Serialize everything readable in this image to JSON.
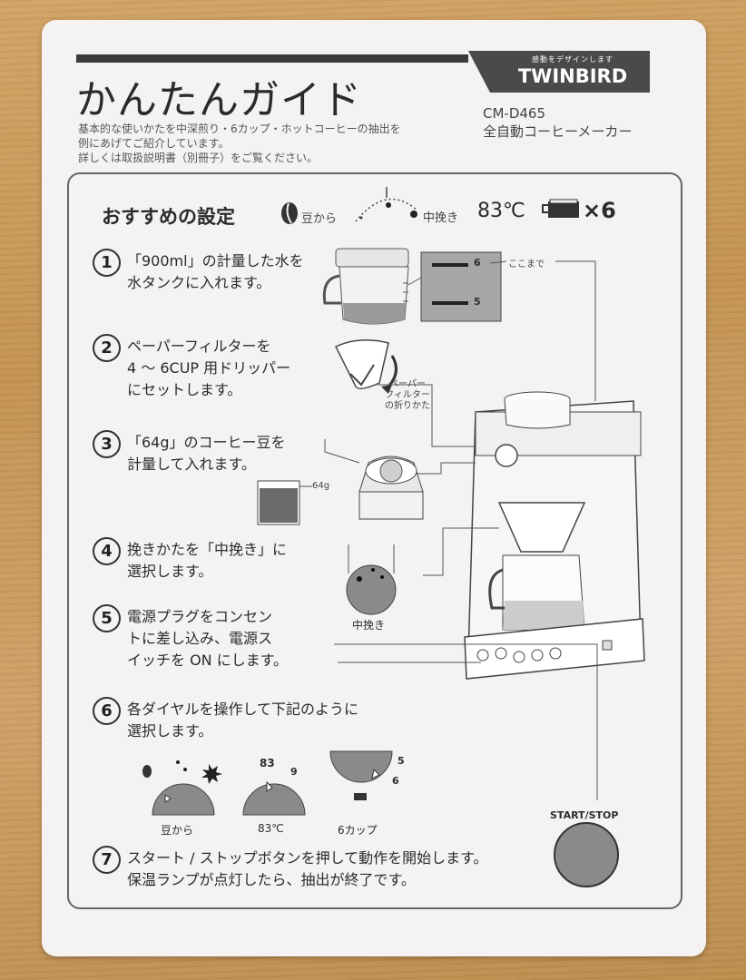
{
  "header": {
    "title": "かんたんガイド",
    "brand_tagline": "感動をデザインします",
    "brand_name": "TWINBIRD",
    "model": "CM-D465",
    "product_type": "全自動コーヒーメーカー",
    "intro": [
      "基本的な使いかたを中深煎り・6カップ・ホットコーヒーの抽出を",
      "例にあげてご紹介しています。",
      "詳しくは取扱説明書（別冊子）をご覧ください。"
    ]
  },
  "recommended": {
    "label": "おすすめの設定",
    "bean": "豆から",
    "grind": "中挽き",
    "temp": "83℃",
    "cups": "×6"
  },
  "steps": [
    {
      "num": "1",
      "lines": [
        "「900ml」の計量した水を",
        "水タンクに入れます。"
      ]
    },
    {
      "num": "2",
      "lines": [
        "ペーパーフィルターを",
        "4 ～ 6CUP 用ドリッパー",
        "にセットします。"
      ]
    },
    {
      "num": "3",
      "lines": [
        "「64g」のコーヒー豆を",
        "計量して入れます。"
      ]
    },
    {
      "num": "4",
      "lines": [
        "挽きかたを「中挽き」に",
        "選択します。"
      ]
    },
    {
      "num": "5",
      "lines": [
        "電源プラグをコンセン",
        "トに差し込み、電源ス",
        "イッチを ON にします。"
      ]
    },
    {
      "num": "6",
      "lines": [
        "各ダイヤルを操作して下記のように",
        "選択します。"
      ]
    },
    {
      "num": "7",
      "lines": [
        "スタート / ストップボタンを押して動作を開始します。",
        "保温ランプが点灯したら、抽出が終了です。"
      ]
    }
  ],
  "water_gauge": {
    "mark_6": "6",
    "mark_5": "5",
    "callout": "ここまで"
  },
  "filter_note": [
    "ペーパー",
    "フィルター",
    "の折りかた"
  ],
  "bean_weight": "64g",
  "grind_dial": {
    "label": "中挽き"
  },
  "dials": [
    {
      "label": "豆から"
    },
    {
      "label": "83℃",
      "top": "83",
      "right": "9"
    },
    {
      "label": "6カップ",
      "mark_5": "5",
      "mark_6": "6"
    }
  ],
  "start_stop": {
    "label": "START/STOP"
  }
}
